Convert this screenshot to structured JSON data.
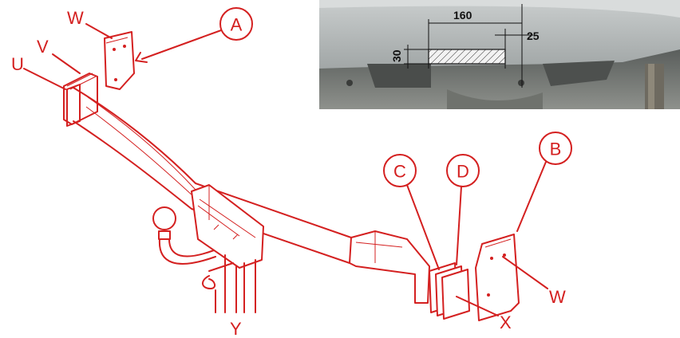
{
  "callouts": {
    "A": "A",
    "B": "B",
    "C": "C",
    "D": "D"
  },
  "labels": {
    "U": "U",
    "V": "V",
    "W_top": "W",
    "W_right": "W",
    "X": "X",
    "Y": "Y"
  },
  "photo": {
    "dim_width": "160",
    "dim_offset": "25",
    "dim_height": "30"
  },
  "colors": {
    "line": "#d42020",
    "photo_bg": "#9aa0a0"
  }
}
